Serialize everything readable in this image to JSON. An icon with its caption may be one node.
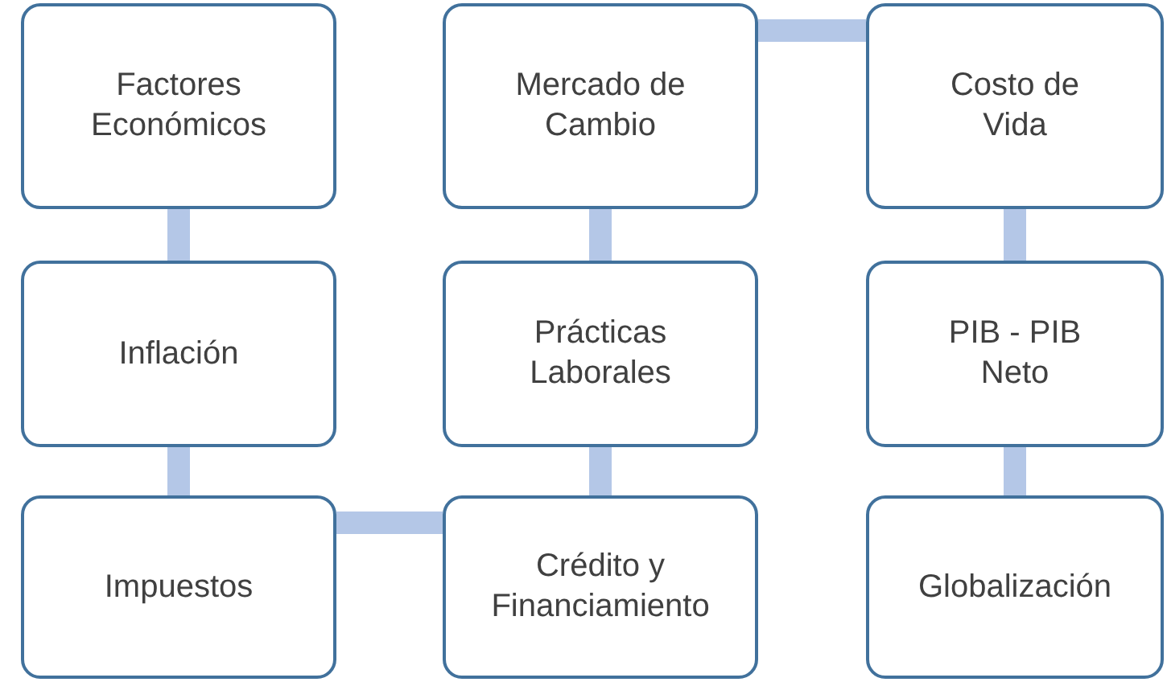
{
  "diagram": {
    "nodes": [
      {
        "text": [
          "Factores Económicos"
        ]
      },
      {
        "text": [
          "Inflación"
        ]
      },
      {
        "text": [
          "Impuestos"
        ]
      },
      {
        "text": [
          "Crédito y Financiamiento"
        ]
      },
      {
        "text": [
          "Prácticas Laborales"
        ]
      },
      {
        "text": [
          "Mercado de Cambio"
        ]
      },
      {
        "text": [
          "Costo de Vida"
        ]
      },
      {
        "text": [
          "PIB - PIB Neto"
        ]
      },
      {
        "text": [
          "Globalización"
        ]
      }
    ],
    "edges": [
      {
        "from": 0,
        "to": 1,
        "arrow": "none"
      },
      {
        "from": 1,
        "to": 2,
        "arrow": "none"
      },
      {
        "from": 2,
        "to": 3,
        "arrow": "none"
      },
      {
        "from": 3,
        "to": 4,
        "arrow": "none"
      },
      {
        "from": 4,
        "to": 5,
        "arrow": "none"
      },
      {
        "from": 5,
        "to": 6,
        "arrow": "none"
      },
      {
        "from": 6,
        "to": 7,
        "arrow": "none"
      },
      {
        "from": 7,
        "to": 8,
        "arrow": "none"
      }
    ]
  }
}
